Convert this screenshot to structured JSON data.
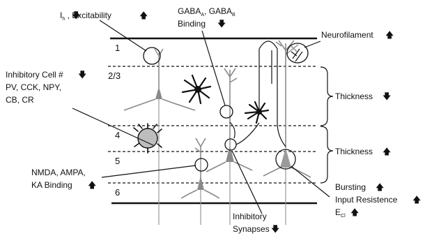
{
  "layers": [
    "1",
    "2/3",
    "4",
    "5",
    "6"
  ],
  "labels": {
    "ih": {
      "main": "I",
      "sub": "h",
      "rest": "  , Excitability"
    },
    "gaba_line1": {
      "a": "GABA",
      "a_sub": "A",
      "b": ", GABA",
      "b_sub": "B"
    },
    "gaba_line2": "Binding",
    "neurofilament": "Neurofilament",
    "inhib_cell_line1": "Inhibitory Cell #",
    "inhib_cell_line2": "PV, CCK, NPY,",
    "inhib_cell_line3": "CB, CR",
    "thickness_upper": "Thickness",
    "thickness_lower": "Thickness",
    "nmda_line1": "NMDA, AMPA,",
    "nmda_line2": "KA Binding",
    "bursting": "Bursting",
    "input_resistence": "Input  Resistence",
    "ecl": {
      "main": "E",
      "sub": "Cl"
    },
    "inhib_syn_line1": "Inhibitory",
    "inhib_syn_line2": "Synapses"
  },
  "arrows": {
    "ih": "down",
    "excitability": "up",
    "gaba_binding": "down",
    "neurofilament": "up",
    "inhib_cell": "down",
    "thickness_upper": "down",
    "thickness_lower": "up",
    "nmda_binding": "up",
    "bursting": "up",
    "input_resistence": "up",
    "ecl": "up",
    "inhib_synapses": "down"
  },
  "arrow_glyphs": {
    "up": "🡅",
    "down": "🡇"
  }
}
